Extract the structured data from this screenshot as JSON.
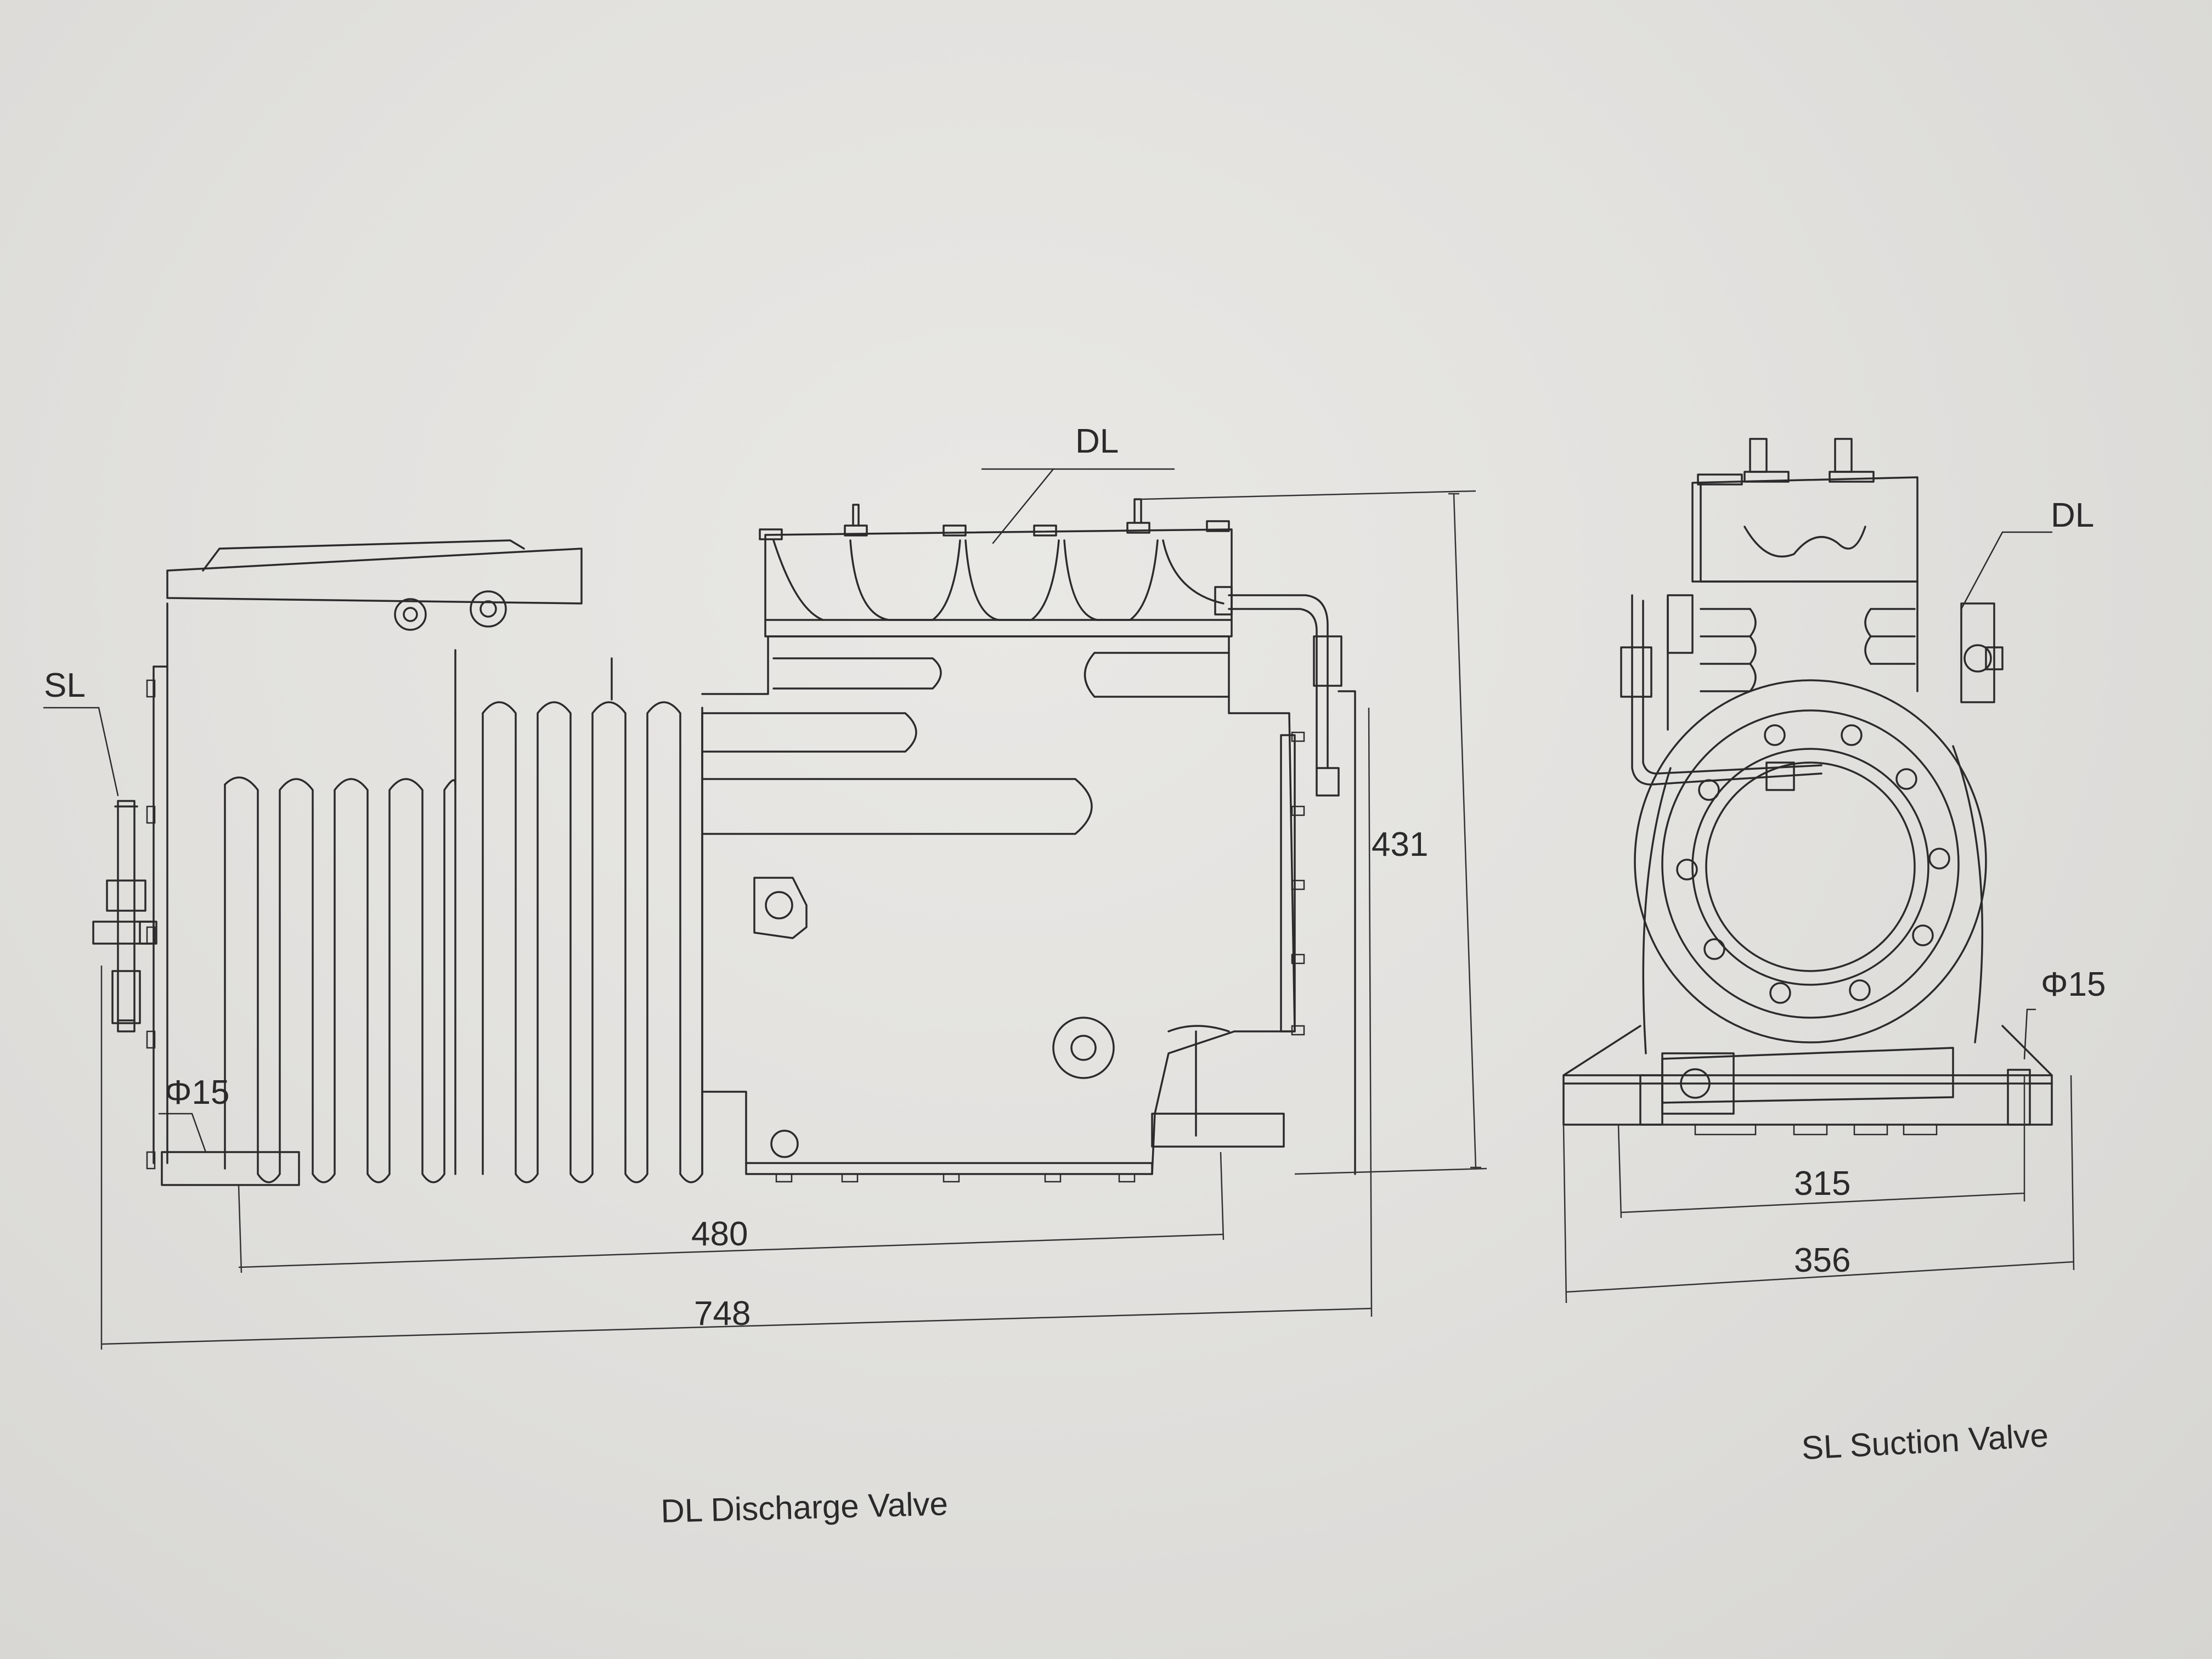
{
  "side_view": {
    "dl_label": "DL",
    "sl_label": "SL",
    "phi_label": "Φ15",
    "dim_height": "431",
    "dim_mount": "480",
    "dim_length": "748"
  },
  "front_view": {
    "dl_label": "DL",
    "phi_label": "Φ15",
    "dim_inner": "315",
    "dim_outer": "356"
  },
  "captions": {
    "discharge": "DL Discharge Valve",
    "suction": "SL Suction Valve"
  }
}
